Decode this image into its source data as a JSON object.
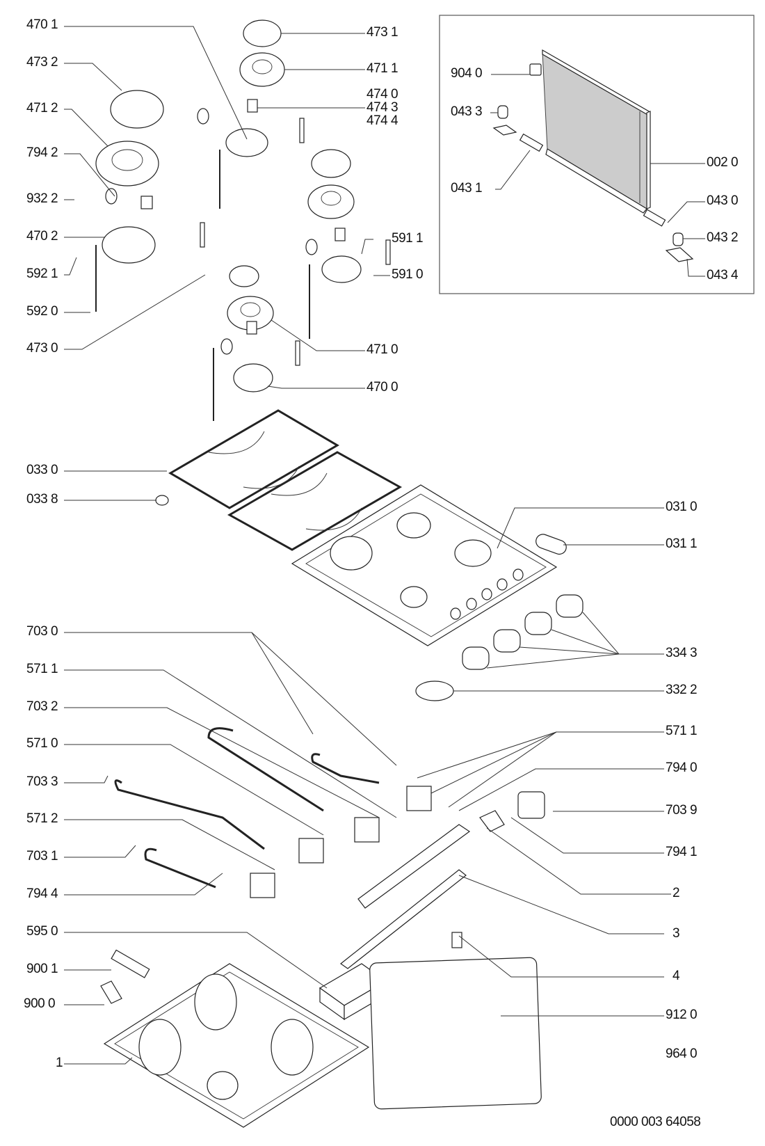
{
  "diagram": {
    "type": "exploded-parts-diagram",
    "subject": "gas hob",
    "drawing_number": "0000 003 64058",
    "labels_left": [
      {
        "id": "l-4701",
        "text": "470 1"
      },
      {
        "id": "l-4732",
        "text": "473 2"
      },
      {
        "id": "l-4712",
        "text": "471 2"
      },
      {
        "id": "l-7942",
        "text": "794 2"
      },
      {
        "id": "l-9322",
        "text": "932 2"
      },
      {
        "id": "l-4702",
        "text": "470 2"
      },
      {
        "id": "l-5921",
        "text": "592 1"
      },
      {
        "id": "l-5920",
        "text": "592 0"
      },
      {
        "id": "l-4730",
        "text": "473 0"
      },
      {
        "id": "l-0330",
        "text": "033 0"
      },
      {
        "id": "l-0338",
        "text": "033 8"
      },
      {
        "id": "l-7030",
        "text": "703 0"
      },
      {
        "id": "l-5711a",
        "text": "571 1"
      },
      {
        "id": "l-7032",
        "text": "703 2"
      },
      {
        "id": "l-5710",
        "text": "571 0"
      },
      {
        "id": "l-7033",
        "text": "703 3"
      },
      {
        "id": "l-5712",
        "text": "571 2"
      },
      {
        "id": "l-7031",
        "text": "703 1"
      },
      {
        "id": "l-7944",
        "text": "794 4"
      },
      {
        "id": "l-5950",
        "text": "595 0"
      },
      {
        "id": "l-9001",
        "text": "900 1"
      },
      {
        "id": "l-9000",
        "text": "900 0"
      },
      {
        "id": "l-1",
        "text": "1"
      }
    ],
    "labels_right": [
      {
        "id": "r-4731",
        "text": "473 1"
      },
      {
        "id": "r-4711",
        "text": "471 1"
      },
      {
        "id": "r-4740",
        "text": "474 0"
      },
      {
        "id": "r-4743",
        "text": "474 3"
      },
      {
        "id": "r-4744",
        "text": "474 4"
      },
      {
        "id": "r-5911",
        "text": "591 1"
      },
      {
        "id": "r-5910",
        "text": "591 0"
      },
      {
        "id": "r-4710",
        "text": "471 0"
      },
      {
        "id": "r-4700",
        "text": "470 0"
      },
      {
        "id": "r-0310",
        "text": "031 0"
      },
      {
        "id": "r-0311",
        "text": "031 1"
      },
      {
        "id": "r-3343",
        "text": "334 3"
      },
      {
        "id": "r-3322",
        "text": "332 2"
      },
      {
        "id": "r-5711b",
        "text": "571 1"
      },
      {
        "id": "r-7940",
        "text": "794 0"
      },
      {
        "id": "r-7039",
        "text": "703 9"
      },
      {
        "id": "r-7941",
        "text": "794 1"
      },
      {
        "id": "r-2",
        "text": "2"
      },
      {
        "id": "r-3",
        "text": "3"
      },
      {
        "id": "r-4",
        "text": "4"
      },
      {
        "id": "r-9120",
        "text": "912 0"
      },
      {
        "id": "r-9640",
        "text": "964 0"
      }
    ],
    "inset_labels": [
      {
        "id": "i-9040",
        "text": "904 0"
      },
      {
        "id": "i-0433",
        "text": "043 3"
      },
      {
        "id": "i-0431",
        "text": "043 1"
      },
      {
        "id": "i-0020",
        "text": "002 0"
      },
      {
        "id": "i-0430",
        "text": "043 0"
      },
      {
        "id": "i-0432",
        "text": "043 2"
      },
      {
        "id": "i-0434",
        "text": "043 4"
      }
    ]
  }
}
